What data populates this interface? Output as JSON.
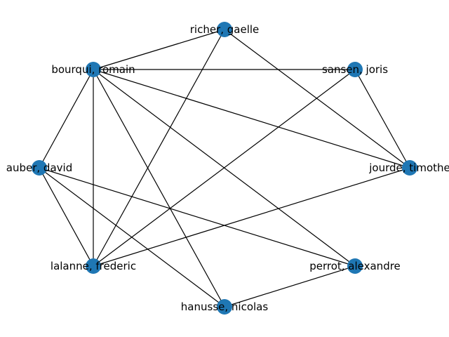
{
  "graph": {
    "node_color": "#1f77b4",
    "edge_color": "#000000",
    "nodes": [
      {
        "id": "richer",
        "label": "richer, gaelle"
      },
      {
        "id": "sansen",
        "label": "sansen, joris"
      },
      {
        "id": "jourde",
        "label": "jourde, timothe"
      },
      {
        "id": "perrot",
        "label": "perrot, alexandre"
      },
      {
        "id": "hanusse",
        "label": "hanusse, nicolas"
      },
      {
        "id": "lalanne",
        "label": "lalanne, frederic"
      },
      {
        "id": "auber",
        "label": "auber, david"
      },
      {
        "id": "bourqui",
        "label": "bourqui, romain"
      }
    ],
    "edges": [
      [
        "richer",
        "bourqui"
      ],
      [
        "richer",
        "lalanne"
      ],
      [
        "richer",
        "jourde"
      ],
      [
        "bourqui",
        "sansen"
      ],
      [
        "bourqui",
        "auber"
      ],
      [
        "bourqui",
        "lalanne"
      ],
      [
        "bourqui",
        "hanusse"
      ],
      [
        "bourqui",
        "perrot"
      ],
      [
        "bourqui",
        "jourde"
      ],
      [
        "sansen",
        "jourde"
      ],
      [
        "sansen",
        "lalanne"
      ],
      [
        "auber",
        "lalanne"
      ],
      [
        "auber",
        "hanusse"
      ],
      [
        "auber",
        "perrot"
      ],
      [
        "jourde",
        "lalanne"
      ],
      [
        "perrot",
        "hanusse"
      ]
    ]
  }
}
